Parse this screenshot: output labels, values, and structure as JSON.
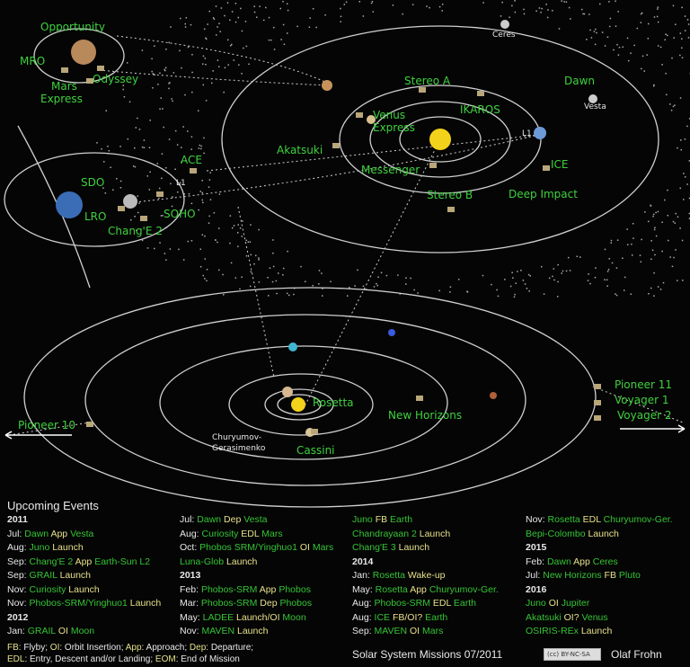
{
  "colors": {
    "mission": "#35c435",
    "action": "#e6e08a",
    "text": "#e8e8e8",
    "background": "#050505",
    "sun": "#f2d21a",
    "orbit": "#d0d0d0"
  },
  "diagram_labels": [
    "Opportunity",
    "MRO",
    "Mars",
    "Express",
    "Odyssey",
    "Ceres",
    "Dawn",
    "Vesta",
    "Stereo A",
    "IKAROS",
    "Venus",
    "Express",
    "L1",
    "ICE",
    "Akatsuki",
    "Messenger",
    "Stereo B",
    "Deep Impact",
    "ACE",
    "L1",
    "SDO",
    "LRO",
    "SOHO",
    "Chang'E 2",
    "Rosetta",
    "New Horizons",
    "Cassini",
    "Churyumov-",
    "Gerasimenko",
    "Pioneer 10",
    "Pioneer 11",
    "Voyager 1",
    "Voyager 2"
  ],
  "events": {
    "heading": "Upcoming Events",
    "columns": [
      [
        {
          "year": "2011"
        },
        {
          "m": "Jul:",
          "p": [
            [
              "Dawn",
              "g"
            ],
            [
              "App",
              "y"
            ],
            [
              "Vesta",
              "g"
            ]
          ]
        },
        {
          "m": "Aug:",
          "p": [
            [
              "Juno",
              "g"
            ],
            [
              "Launch",
              "y"
            ]
          ]
        },
        {
          "m": "Sep:",
          "p": [
            [
              "Chang'E 2",
              "g"
            ],
            [
              "App",
              "y"
            ],
            [
              "Earth-Sun L2",
              "g"
            ]
          ]
        },
        {
          "m": "Sep:",
          "p": [
            [
              "GRAIL",
              "g"
            ],
            [
              "Launch",
              "y"
            ]
          ]
        },
        {
          "m": "Nov:",
          "p": [
            [
              "Curiosity",
              "g"
            ],
            [
              "Launch",
              "y"
            ]
          ]
        },
        {
          "m": "Nov:",
          "p": [
            [
              "Phobos-SRM/Yinghuo1",
              "g"
            ],
            [
              "Launch",
              "y"
            ]
          ]
        },
        {
          "year": "2012"
        },
        {
          "m": "Jan:",
          "p": [
            [
              "GRAIL",
              "g"
            ],
            [
              "OI",
              "y"
            ],
            [
              "Moon",
              "g"
            ]
          ]
        }
      ],
      [
        {
          "m": "Jul:",
          "p": [
            [
              "Dawn",
              "g"
            ],
            [
              "Dep",
              "y"
            ],
            [
              "Vesta",
              "g"
            ]
          ]
        },
        {
          "m": "Aug:",
          "p": [
            [
              "Curiosity",
              "g"
            ],
            [
              "EDL",
              "y"
            ],
            [
              "Mars",
              "g"
            ]
          ]
        },
        {
          "m": "Oct:",
          "p": [
            [
              "Phobos SRM/Yinghuo1",
              "g"
            ],
            [
              "OI",
              "y"
            ],
            [
              "Mars",
              "g"
            ]
          ]
        },
        {
          "m": "",
          "p": [
            [
              "Luna-Glob",
              "g"
            ],
            [
              "Launch",
              "y"
            ]
          ]
        },
        {
          "year": "2013"
        },
        {
          "m": "Feb:",
          "p": [
            [
              "Phobos-SRM",
              "g"
            ],
            [
              "App",
              "y"
            ],
            [
              "Phobos",
              "g"
            ]
          ]
        },
        {
          "m": "Mar:",
          "p": [
            [
              "Phobos-SRM",
              "g"
            ],
            [
              "Dep",
              "y"
            ],
            [
              "Phobos",
              "g"
            ]
          ]
        },
        {
          "m": "May:",
          "p": [
            [
              "LADEE",
              "g"
            ],
            [
              "Launch/OI",
              "y"
            ],
            [
              "Moon",
              "g"
            ]
          ]
        },
        {
          "m": "Nov:",
          "p": [
            [
              "MAVEN",
              "g"
            ],
            [
              "Launch",
              "y"
            ]
          ]
        }
      ],
      [
        {
          "m": "",
          "p": [
            [
              "Juno",
              "g"
            ],
            [
              "FB",
              "y"
            ],
            [
              "Earth",
              "g"
            ]
          ]
        },
        {
          "m": "",
          "p": [
            [
              "Chandrayaan 2",
              "g"
            ],
            [
              "Launch",
              "y"
            ]
          ]
        },
        {
          "m": "",
          "p": [
            [
              "Chang'E 3",
              "g"
            ],
            [
              "Launch",
              "y"
            ]
          ]
        },
        {
          "year": "2014"
        },
        {
          "m": "Jan:",
          "p": [
            [
              "Rosetta",
              "g"
            ],
            [
              "Wake-up",
              "y"
            ]
          ]
        },
        {
          "m": "May:",
          "p": [
            [
              "Rosetta",
              "g"
            ],
            [
              "App",
              "y"
            ],
            [
              "Churyumov-Ger.",
              "g"
            ]
          ]
        },
        {
          "m": "Aug:",
          "p": [
            [
              "Phobos-SRM",
              "g"
            ],
            [
              "EDL",
              "y"
            ],
            [
              "Earth",
              "g"
            ]
          ]
        },
        {
          "m": "Aug:",
          "p": [
            [
              "ICE",
              "g"
            ],
            [
              "FB/OI?",
              "y"
            ],
            [
              "Earth",
              "g"
            ]
          ]
        },
        {
          "m": "Sep:",
          "p": [
            [
              "MAVEN",
              "g"
            ],
            [
              "OI",
              "y"
            ],
            [
              "Mars",
              "g"
            ]
          ]
        }
      ],
      [
        {
          "m": "Nov:",
          "p": [
            [
              "Rosetta",
              "g"
            ],
            [
              "EDL",
              "y"
            ],
            [
              "Churyumov-Ger.",
              "g"
            ]
          ]
        },
        {
          "m": "",
          "p": [
            [
              "Bepi-Colombo",
              "g"
            ],
            [
              "Launch",
              "y"
            ]
          ]
        },
        {
          "year": "2015"
        },
        {
          "m": "Feb:",
          "p": [
            [
              "Dawn",
              "g"
            ],
            [
              "App",
              "y"
            ],
            [
              "Ceres",
              "g"
            ]
          ]
        },
        {
          "m": "Jul:",
          "p": [
            [
              "New Horizons",
              "g"
            ],
            [
              "FB",
              "y"
            ],
            [
              "Pluto",
              "g"
            ]
          ]
        },
        {
          "year": "2016"
        },
        {
          "m": "",
          "p": [
            [
              "Juno",
              "g"
            ],
            [
              "OI",
              "y"
            ],
            [
              "Jupiter",
              "g"
            ]
          ]
        },
        {
          "m": "",
          "p": [
            [
              "Akatsuki",
              "g"
            ],
            [
              "OI?",
              "y"
            ],
            [
              "Venus",
              "g"
            ]
          ]
        },
        {
          "m": "",
          "p": [
            [
              "OSIRIS-REx",
              "g"
            ],
            [
              "Launch",
              "y"
            ]
          ]
        }
      ]
    ]
  },
  "legend": {
    "line1": [
      [
        "FB",
        "y"
      ],
      [
        ": Flyby; ",
        "w"
      ],
      [
        "OI",
        "y"
      ],
      [
        ": Orbit Insertion; ",
        "w"
      ],
      [
        "App",
        "y"
      ],
      [
        ": Approach; ",
        "w"
      ],
      [
        "Dep",
        "y"
      ],
      [
        ": Departure;",
        "w"
      ]
    ],
    "line2": [
      [
        "EDL",
        "y"
      ],
      [
        ": Entry, Descent and/or Landing; ",
        "w"
      ],
      [
        "EOM",
        "y"
      ],
      [
        ": End of Mission",
        "w"
      ]
    ]
  },
  "footer": {
    "title": "Solar System Missions 07/2011",
    "license": "(cc) BY-NC-SA",
    "author": "Olaf Frohn"
  }
}
